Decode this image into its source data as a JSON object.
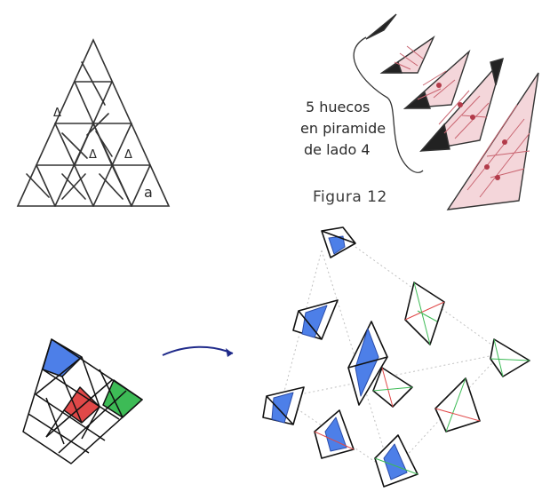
{
  "note": {
    "line1": "5 huecos",
    "line2": "en piramide",
    "line3": "de lado 4"
  },
  "figure_caption": "Figura 12",
  "sketch_marks": {
    "triangle_mark": "Δ",
    "corner_letter": "a"
  },
  "colors": {
    "ink": "#222222",
    "blue_fill": "#4d7fe8",
    "red_fill": "#e04848",
    "green_fill": "#3dbb56",
    "arrow": "#1f2a8a",
    "pink_sketch": "#d9858f",
    "dotted_guides": "#bdbdbd"
  }
}
